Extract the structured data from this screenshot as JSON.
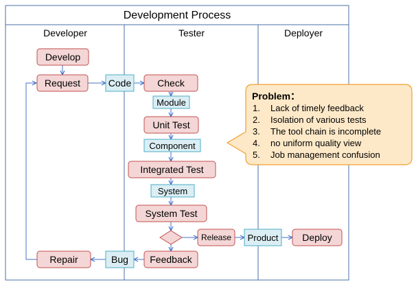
{
  "title": "Development Process",
  "lanes": {
    "developer": "Developer",
    "tester": "Tester",
    "deployer": "Deployer"
  },
  "nodes": {
    "develop": "Develop",
    "request": "Request",
    "code": "Code",
    "check": "Check",
    "module": "Module",
    "unit_test": "Unit Test",
    "component": "Component",
    "integrated_test": "Integrated Test",
    "system": "System",
    "system_test": "System Test",
    "release": "Release",
    "product": "Product",
    "deploy": "Deploy",
    "feedback": "Feedback",
    "bug": "Bug",
    "repair": "Repair"
  },
  "callout": {
    "heading": "Problem：",
    "items": [
      {
        "num": "1.",
        "text": "Lack of timely feedback"
      },
      {
        "num": "2.",
        "text": "Isolation of various tests"
      },
      {
        "num": "3.",
        "text": "The tool chain is incomplete"
      },
      {
        "num": "4.",
        "text": "no uniform quality view"
      },
      {
        "num": "5.",
        "text": "Job management confusion"
      }
    ]
  },
  "colors": {
    "process_fill": "#f4d6d6",
    "process_stroke": "#c0504d",
    "artifact_fill": "#dbeef4",
    "artifact_stroke": "#4bacc6",
    "callout_fill": "#fde9c8",
    "callout_stroke": "#f0a030",
    "frame_stroke": "#4a6fa5",
    "arrow": "#4472c4"
  }
}
